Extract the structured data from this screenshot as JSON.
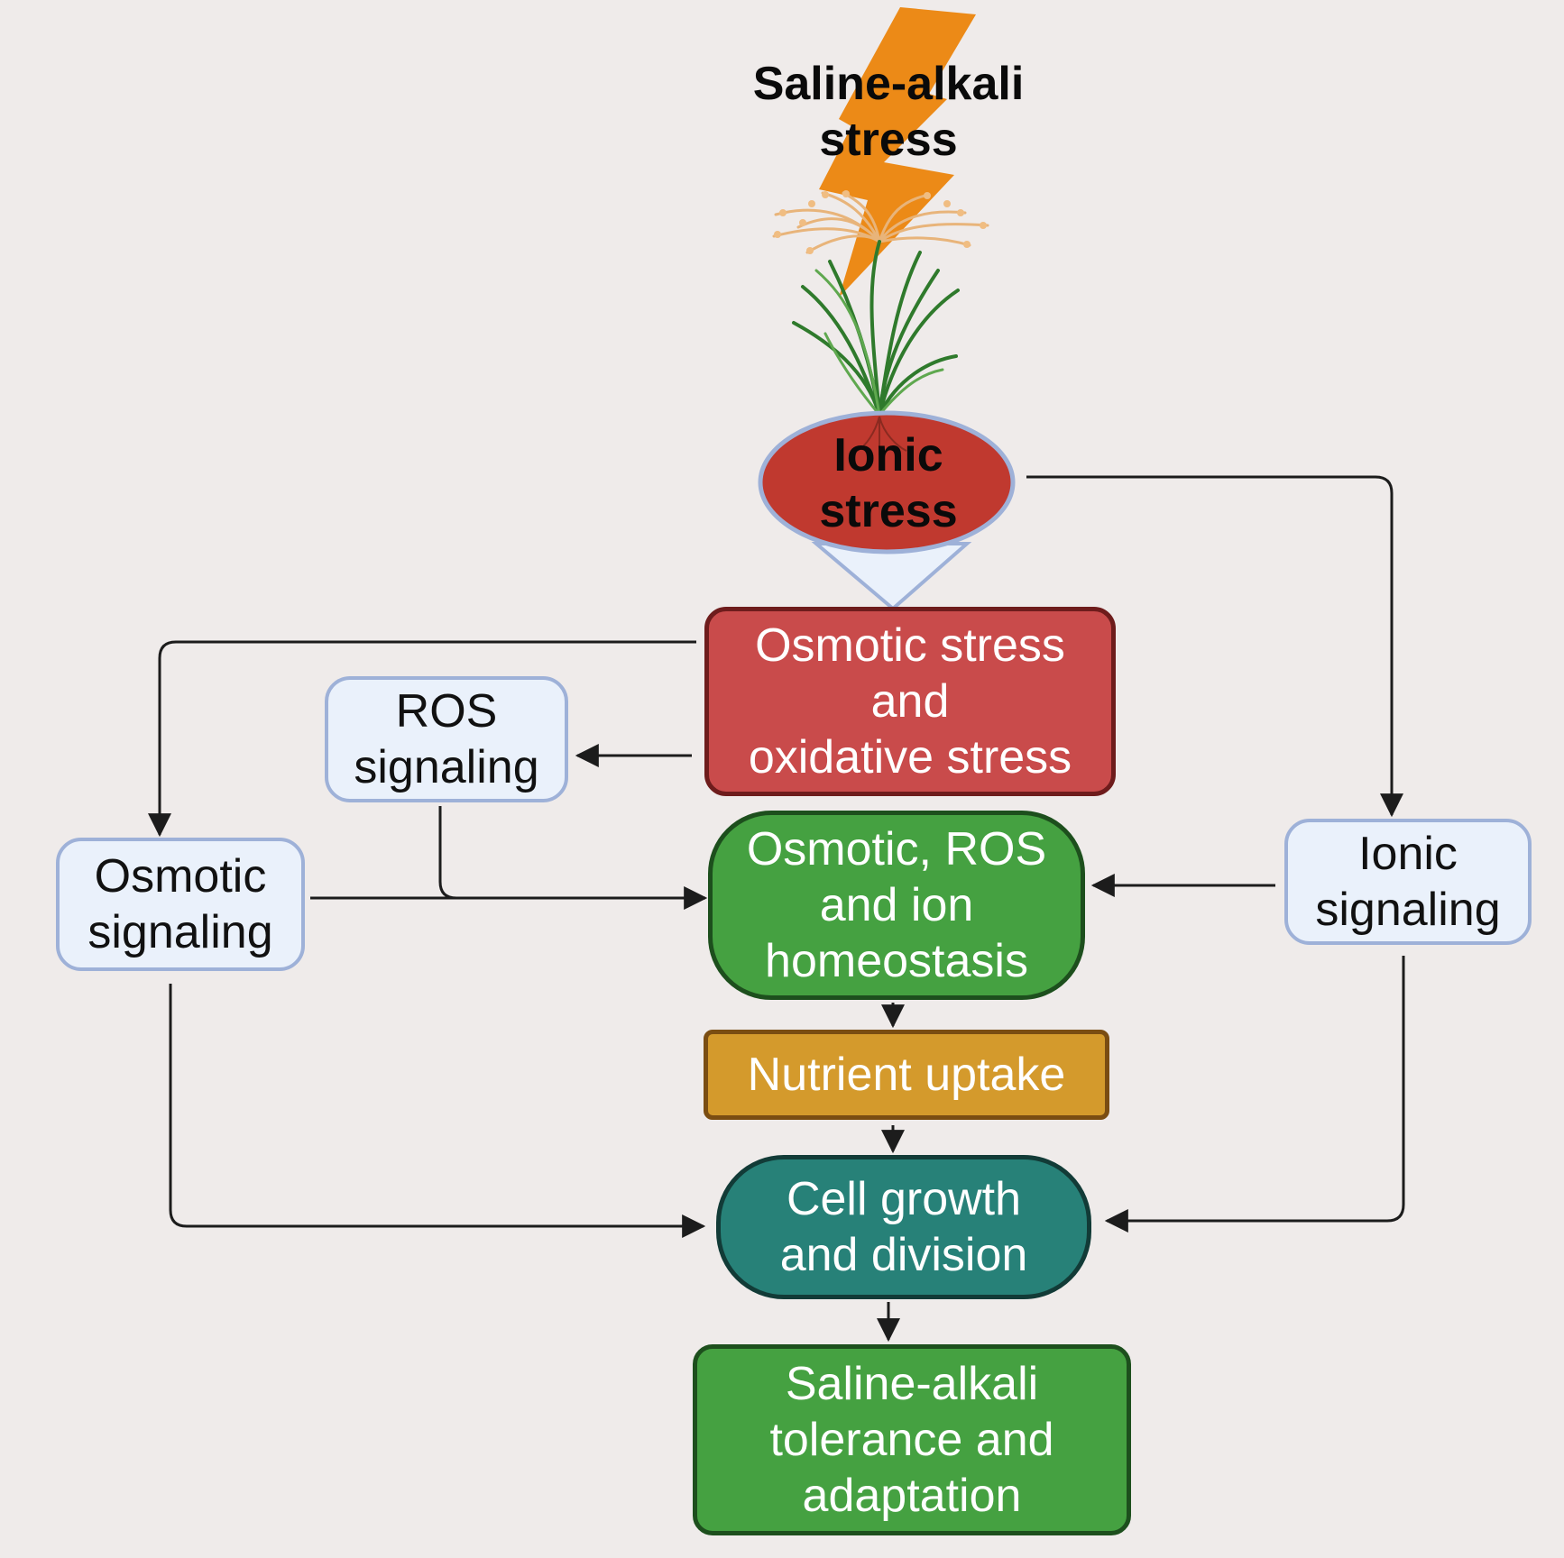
{
  "diagram": {
    "stress_title": [
      "Saline-alkali",
      "stress"
    ],
    "ionic_stress": [
      "Ionic",
      "stress"
    ],
    "nodes": {
      "osmotic_oxidative": [
        "Osmotic stress",
        "and",
        "oxidative stress"
      ],
      "homeostasis": [
        "Osmotic, ROS",
        "and ion",
        "homeostasis"
      ],
      "nutrient": [
        "Nutrient uptake"
      ],
      "cell_growth": [
        "Cell growth",
        "and division"
      ],
      "tolerance": [
        "Saline-alkali",
        "tolerance and",
        "adaptation"
      ],
      "ros_signaling": [
        "ROS",
        "signaling"
      ],
      "osmotic_signaling": [
        "Osmotic",
        "signaling"
      ],
      "ionic_signaling": [
        "Ionic",
        "signaling"
      ]
    },
    "colors": {
      "background": "#efebea",
      "lightning": "#ec8a17",
      "ionic_stress": "#c0392f",
      "stress_box": "#c94b4b",
      "homeostasis": "#45a141",
      "nutrient": "#d49a2c",
      "cell_growth": "#278178",
      "tolerance": "#45a141",
      "signal_box": "#eaf1fb",
      "signal_border": "#9eb1d8",
      "arrow": "#1c1c1c"
    },
    "icons": [
      "lightning-bolt-icon",
      "rice-plant-icon"
    ]
  }
}
